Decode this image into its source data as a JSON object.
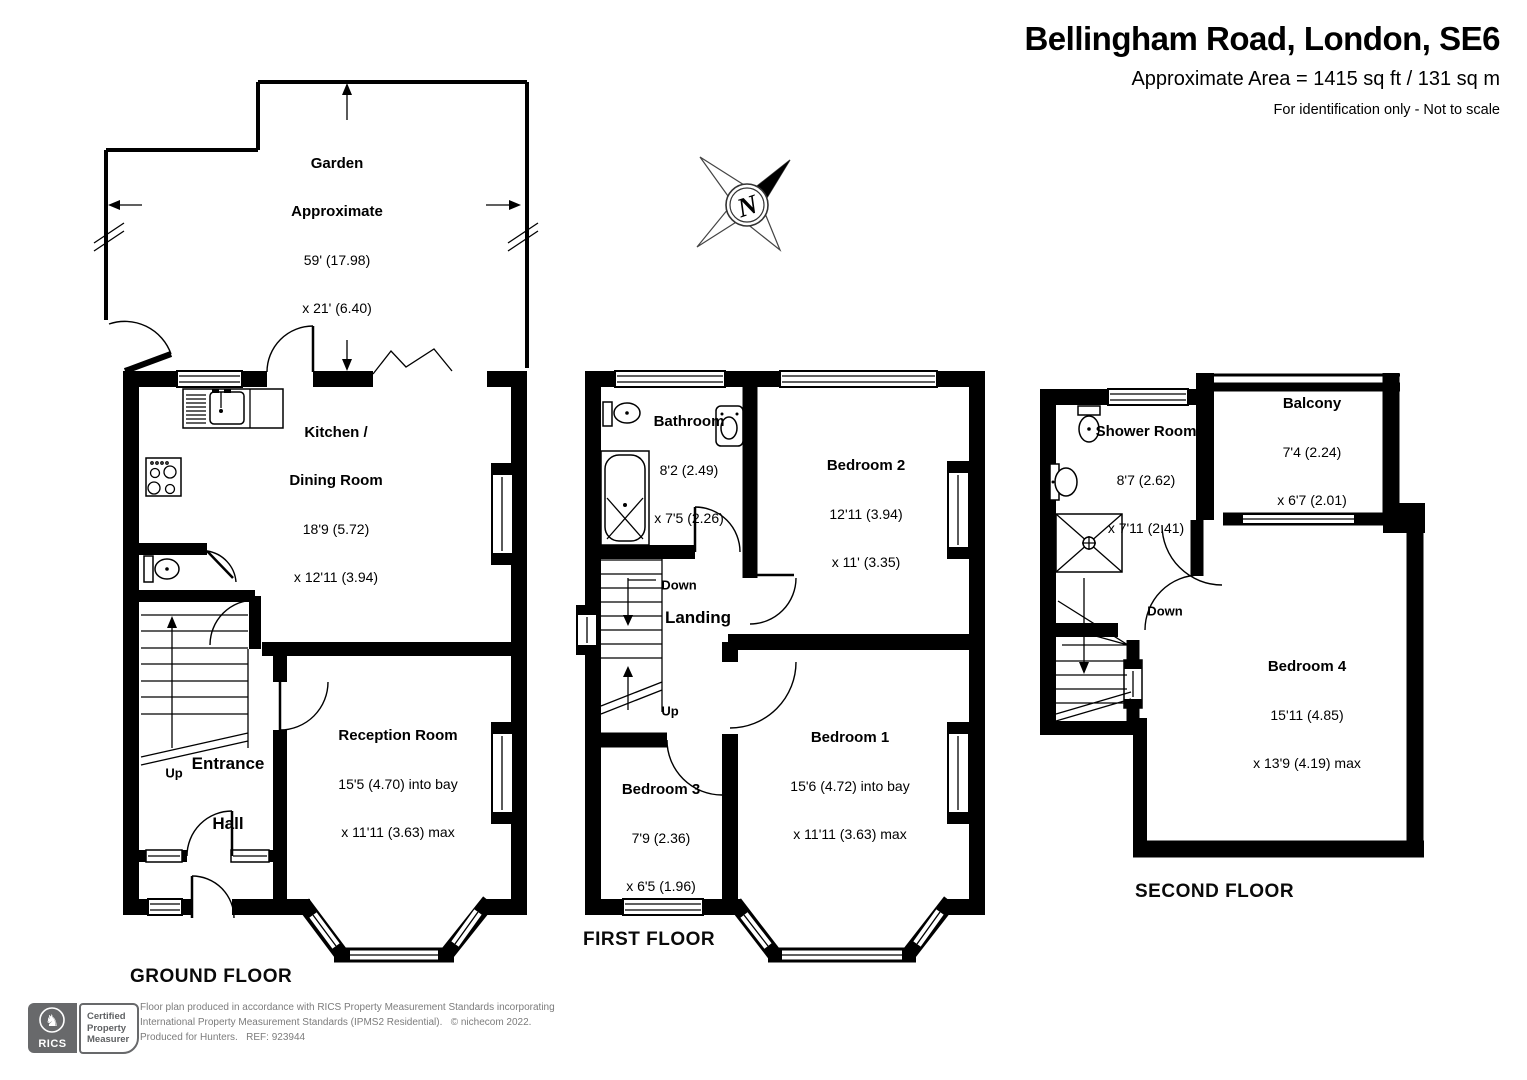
{
  "header": {
    "address": "Bellingham Road, London, SE6",
    "area_line": "Approximate Area = 1415 sq ft / 131 sq m",
    "disclaimer": "For identification only - Not to scale"
  },
  "compass": {
    "north_label": "N"
  },
  "floors": {
    "ground": {
      "title": "GROUND FLOOR"
    },
    "first": {
      "title": "FIRST FLOOR"
    },
    "second": {
      "title": "SECOND FLOOR"
    }
  },
  "rooms": {
    "garden": {
      "name": "Garden",
      "name2": "Approximate",
      "dim1": "59' (17.98)",
      "dim2": "x 21' (6.40)"
    },
    "kitchen": {
      "name": "Kitchen /",
      "name2": "Dining Room",
      "dim1": "18'9 (5.72)",
      "dim2": "x 12'11 (3.94)"
    },
    "reception": {
      "name": "Reception Room",
      "dim1": "15'5 (4.70) into bay",
      "dim2": "x 11'11 (3.63) max"
    },
    "entrance": {
      "name": "Entrance",
      "name2": "Hall"
    },
    "bathroom": {
      "name": "Bathroom",
      "dim1": "8'2 (2.49)",
      "dim2": "x 7'5 (2.26)"
    },
    "bedroom2": {
      "name": "Bedroom 2",
      "dim1": "12'11 (3.94)",
      "dim2": "x 11' (3.35)"
    },
    "landing": {
      "name": "Landing"
    },
    "bedroom3": {
      "name": "Bedroom 3",
      "dim1": "7'9 (2.36)",
      "dim2": "x 6'5 (1.96)"
    },
    "bedroom1": {
      "name": "Bedroom 1",
      "dim1": "15'6 (4.72) into bay",
      "dim2": "x 11'11 (3.63) max"
    },
    "shower_room": {
      "name": "Shower Room",
      "dim1": "8'7 (2.62)",
      "dim2": "x 7'11 (2.41)"
    },
    "balcony": {
      "name": "Balcony",
      "dim1": "7'4 (2.24)",
      "dim2": "x 6'7 (2.01)"
    },
    "bedroom4": {
      "name": "Bedroom 4",
      "dim1": "15'11 (4.85)",
      "dim2": "x 13'9 (4.19) max"
    }
  },
  "stairs": {
    "ground_up": "Up",
    "first_down": "Down",
    "first_up": "Up",
    "second_down": "Down"
  },
  "footer": {
    "brand": "RICS",
    "cert1": "Certified",
    "cert2": "Property",
    "cert3": "Measurer",
    "line1": "Floor plan produced in accordance with RICS Property Measurement Standards incorporating",
    "line2": "International Property Measurement Standards (IPMS2 Residential).   © nichecom 2022.",
    "line3": "Produced for Hunters.   REF: 923944"
  },
  "colors": {
    "wall": "#000000",
    "footer_text": "#7c7c7c",
    "badge_gray": "#68696b"
  }
}
